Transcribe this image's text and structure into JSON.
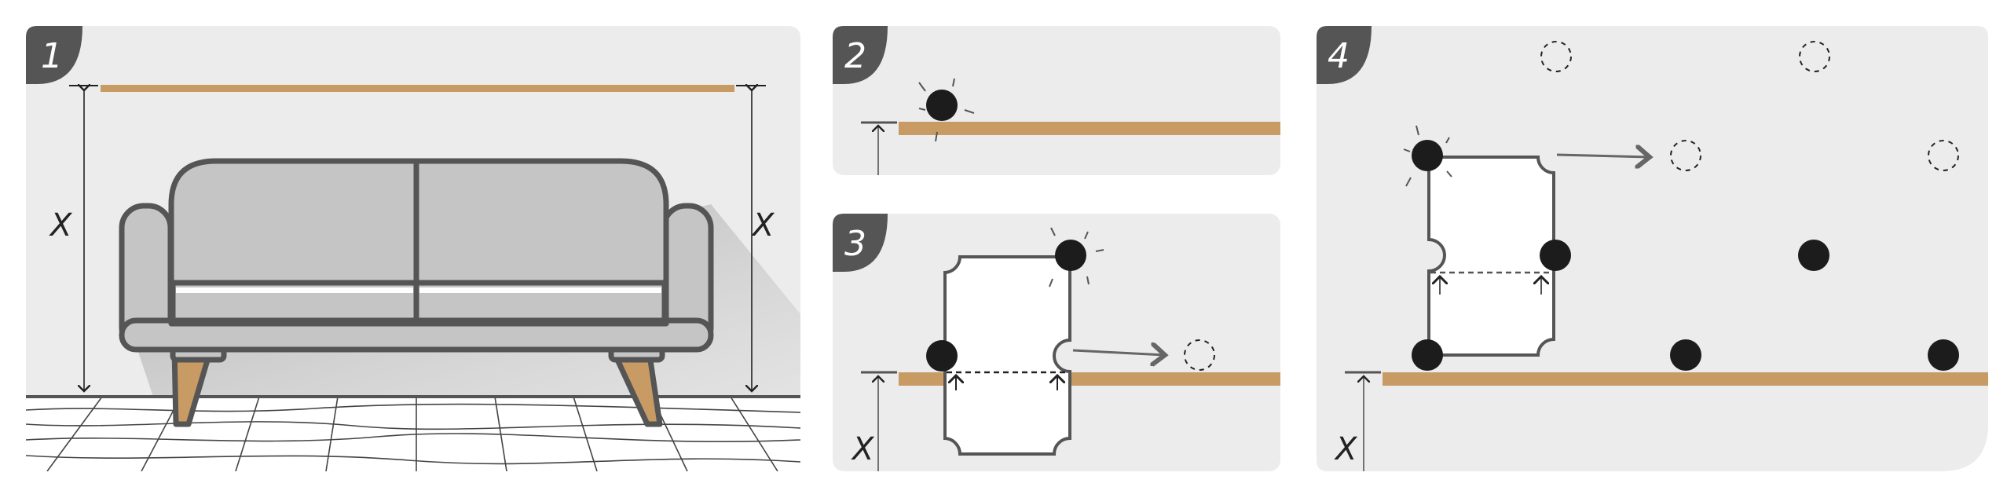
{
  "panels": [
    {
      "number": "1",
      "dimension_labels": [
        "X",
        "X"
      ]
    },
    {
      "number": "2"
    },
    {
      "number": "3",
      "dimension_label": "X"
    },
    {
      "number": "4",
      "dimension_label": "X"
    }
  ],
  "colors": {
    "panel_bg": "#ececec",
    "badge": "#555555",
    "shelf": "#c89b64",
    "outline": "#555555",
    "sofa": "#c6c5c6",
    "dot": "#1c1c1c"
  }
}
